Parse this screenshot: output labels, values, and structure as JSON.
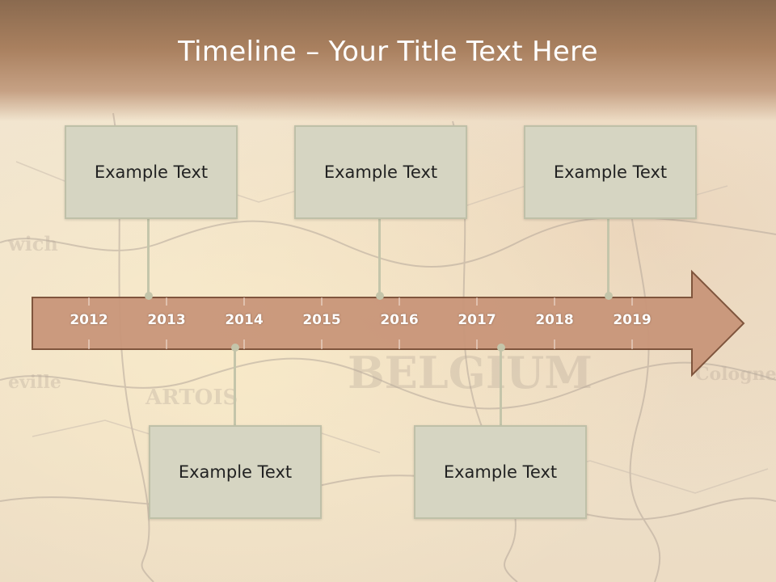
{
  "slide": {
    "title": "Timeline – Your Title Text Here"
  },
  "timeline": {
    "years": [
      "2012",
      "2013",
      "2014",
      "2015",
      "2016",
      "2017",
      "2018",
      "2019"
    ],
    "top_events": [
      {
        "label": "Example Text"
      },
      {
        "label": "Example Text"
      },
      {
        "label": "Example Text"
      }
    ],
    "bottom_events": [
      {
        "label": "Example Text"
      },
      {
        "label": "Example Text"
      }
    ]
  },
  "colors": {
    "arrow_fill": "#c9967a",
    "arrow_stroke": "#7a4e36",
    "box_fill": "#d6d5c2",
    "connector": "#c4c5aa",
    "title_band": "#a9805f"
  }
}
